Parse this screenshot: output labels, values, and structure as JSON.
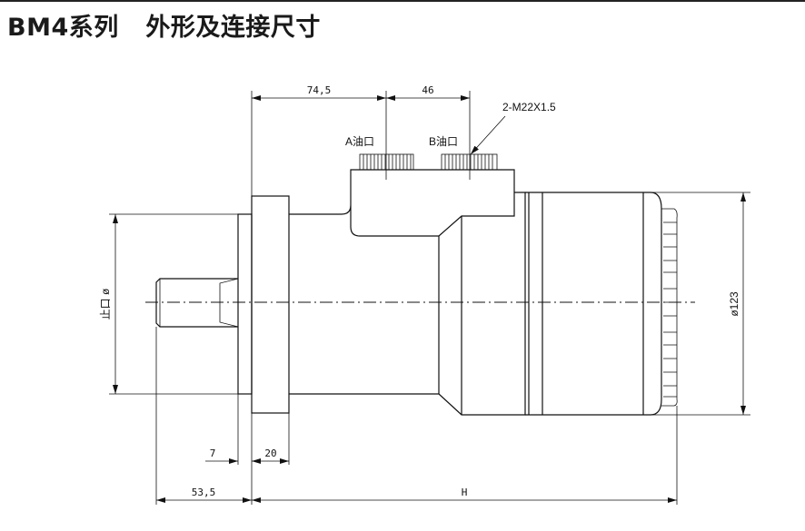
{
  "title": "BM4系列   外形及连接尺寸",
  "drawing": {
    "dim_a_offset": "74,5",
    "dim_port_spacing": "46",
    "port_thread": "2-M22X1.5",
    "port_a_label": "A油口",
    "port_b_label": "B油口",
    "pilot_diameter_label": "止口 ø",
    "body_diameter_label": "ø123",
    "dim_pilot_length": "7",
    "dim_flange_thickness": "20",
    "dim_shaft_length": "53,5",
    "dim_overall_length": "H"
  }
}
